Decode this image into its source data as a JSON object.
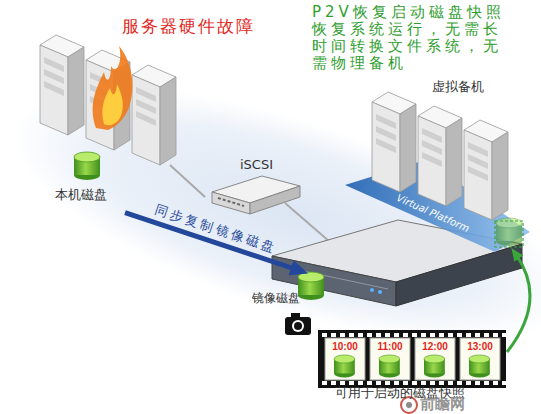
{
  "diagram": {
    "nodes": [
      {
        "text": [
          "服务器硬件故障"
        ]
      },
      {
        "text": [
          "本机磁盘"
        ]
      },
      {
        "text": [
          "iSCSI"
        ]
      },
      {
        "text": [
          "镜像磁盘"
        ]
      },
      {
        "text": [
          "虚拟备机"
        ]
      },
      {
        "text": [
          "可用于启动的磁盘快照"
        ]
      },
      {
        "text": [
          "10:00"
        ],
        "in": 5
      },
      {
        "text": [
          "11:00"
        ],
        "in": 5
      },
      {
        "text": [
          "12:00"
        ],
        "in": 5
      },
      {
        "text": [
          "13:00"
        ],
        "in": 5
      }
    ],
    "edges": [
      {
        "from": 1,
        "to": 3,
        "arrow": "to",
        "label": "同步复制镜像磁盘"
      },
      {
        "from": 0,
        "to": 2,
        "arrow": "none"
      },
      {
        "from": 5,
        "to": 4,
        "arrow": "to"
      }
    ],
    "labels": [
      "P2V恢复启动磁盘快照 恢复系统运行，无需长 时间转换文件系统，无 需物理备机",
      "Virtual Platform",
      "前瞻网"
    ]
  }
}
